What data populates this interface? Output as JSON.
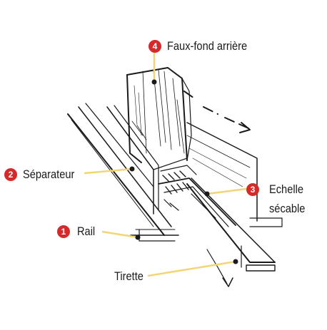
{
  "callouts": [
    {
      "number": "4",
      "label": "Faux-fond arrière"
    },
    {
      "number": "2",
      "label": "Séparateur"
    },
    {
      "number": "3",
      "label_line1": "Echelle",
      "label_line2": "sécable"
    },
    {
      "number": "1",
      "label": "Rail"
    },
    {
      "label": "Tirette"
    }
  ],
  "colors": {
    "badge": "#d62a2a",
    "leader": "#f2d675",
    "ink": "#1a1a1a"
  }
}
